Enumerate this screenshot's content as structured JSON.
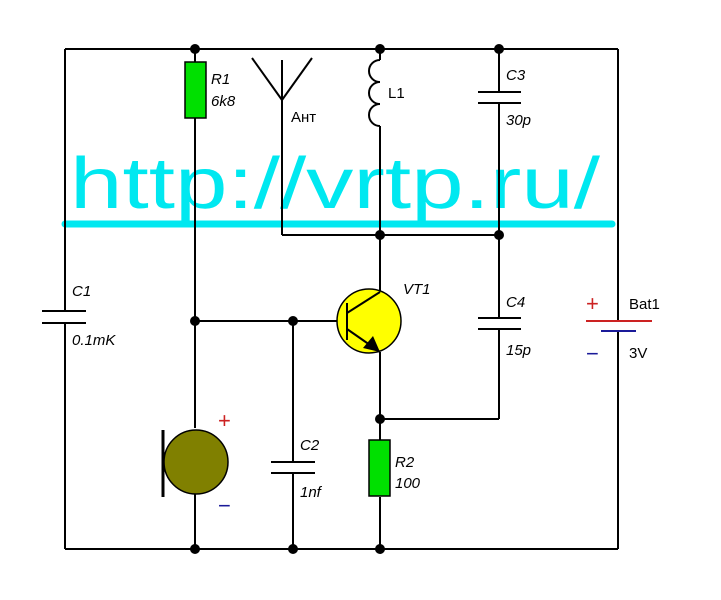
{
  "title": "FM transmitter schematic",
  "watermark": {
    "text": "http://vrtp.ru/",
    "color": "#00e8f0"
  },
  "colors": {
    "wire": "#000000",
    "resistor_fill": "#00e000",
    "transistor_fill": "#ffff00",
    "microphone_fill": "#808000",
    "positive": "#cc2222",
    "negative": "#1a1a99"
  },
  "components": {
    "r1": {
      "ref": "R1",
      "value": "6k8"
    },
    "r2": {
      "ref": "R2",
      "value": "100"
    },
    "c1": {
      "ref": "C1",
      "value": "0.1mK"
    },
    "c2": {
      "ref": "C2",
      "value": "1nf"
    },
    "c3": {
      "ref": "C3",
      "value": "30p"
    },
    "c4": {
      "ref": "C4",
      "value": "15p"
    },
    "l1": {
      "ref": "L1"
    },
    "vt1": {
      "ref": "VT1"
    },
    "antenna": {
      "ref": "Ант"
    },
    "bat1": {
      "ref": "Bat1",
      "value": "3V",
      "plus": "+",
      "minus": "−"
    },
    "mic": {
      "plus": "+",
      "minus": "−"
    }
  }
}
